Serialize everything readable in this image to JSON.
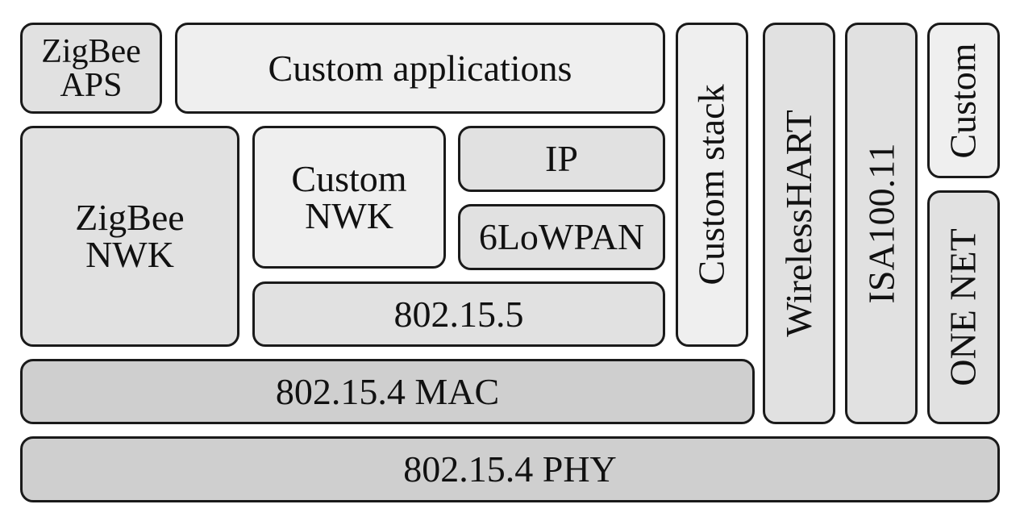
{
  "blocks": {
    "zigbee_aps": [
      "ZigBee",
      "APS"
    ],
    "custom_applications": "Custom applications",
    "zigbee_nwk": [
      "ZigBee",
      "NWK"
    ],
    "custom_nwk": [
      "Custom",
      "NWK"
    ],
    "ip": "IP",
    "sixlowpan": "6LoWPAN",
    "ieee_802_15_5": "802.15.5",
    "custom_stack": "Custom stack",
    "mac": "802.15.4 MAC",
    "wirelesshart": "WirelessHART",
    "isa100": "ISA100.11",
    "custom": "Custom",
    "one_net": "ONE NET",
    "phy": "802.15.4 PHY"
  },
  "colors": {
    "light_fill": "#efefef",
    "mid_fill": "#e1e1e1",
    "dark_fill": "#cfcfcf",
    "border": "#1a1a1a"
  }
}
